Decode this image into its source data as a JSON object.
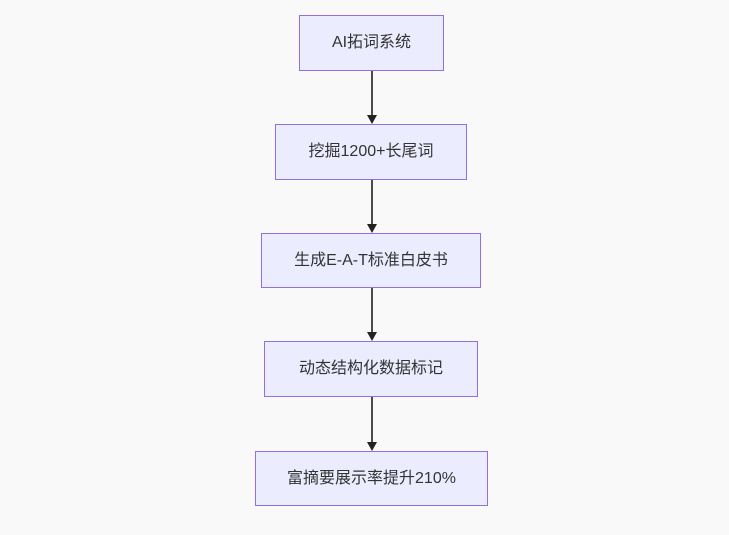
{
  "diagram": {
    "type": "flowchart",
    "direction": "top-down",
    "nodes": [
      {
        "id": "step-1",
        "label": "AI拓词系统"
      },
      {
        "id": "step-2",
        "label": "挖掘1200+长尾词"
      },
      {
        "id": "step-3",
        "label": "生成E-A-T标准白皮书"
      },
      {
        "id": "step-4",
        "label": "动态结构化数据标记"
      },
      {
        "id": "step-5",
        "label": "富摘要展示率提升210%"
      }
    ],
    "edges": [
      {
        "from": "step-1",
        "to": "step-2",
        "style": "arrow-down"
      },
      {
        "from": "step-2",
        "to": "step-3",
        "style": "arrow-down"
      },
      {
        "from": "step-3",
        "to": "step-4",
        "style": "arrow-down"
      },
      {
        "from": "step-4",
        "to": "step-5",
        "style": "arrow-down"
      }
    ],
    "colors": {
      "background": "#f9f9f9",
      "node_fill": "#ECECFF",
      "node_border": "#9370DB",
      "node_text": "#333333",
      "edge_line": "#4b4b4b",
      "edge_arrowhead": "#222222"
    }
  }
}
